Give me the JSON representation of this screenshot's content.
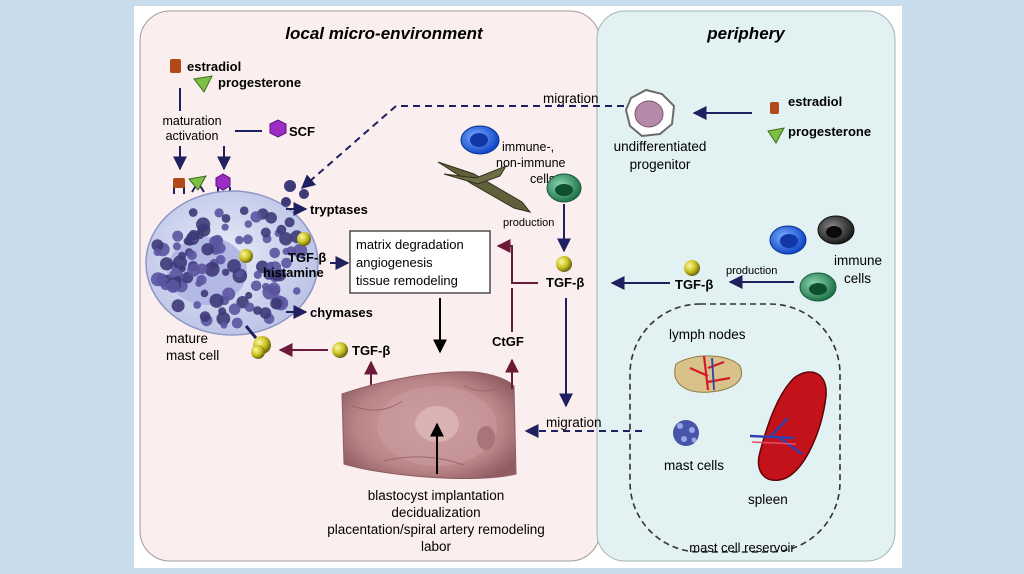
{
  "panels": {
    "local_title": "local micro-environment",
    "periphery_title": "periphery",
    "reservoir_label": "mast cell reservoir"
  },
  "mast_cell": {
    "hormone_1": "estradiol",
    "hormone_2": "progesterone",
    "activation_line1": "maturation",
    "activation_line2": "activation",
    "scf": "SCF",
    "tryptases": "tryptases",
    "tgf": "TGF-β",
    "histamine": "histamine",
    "chymases": "chymases",
    "label_line1": "mature",
    "label_line2": "mast cell",
    "tgf_feedback": "TGF-β"
  },
  "effects_box": {
    "line1": "matrix degradation",
    "line2": "angiogenesis",
    "line3": "tissue remodeling"
  },
  "outcomes": {
    "line1": "blastocyst implantation",
    "line2": "decidualization",
    "line3": "placentation/spiral artery remodeling",
    "line4": "labor"
  },
  "center": {
    "immune_line1": "immune-,",
    "immune_line2": "non-immune",
    "immune_line3": "cells",
    "production": "production",
    "tgf": "TGF-β",
    "ctgf": "CtGF",
    "migration_top": "migration",
    "migration_bottom": "migration"
  },
  "periphery": {
    "hormone_1": "estradiol",
    "hormone_2": "progesterone",
    "progenitor_line1": "undifferentiated",
    "progenitor_line2": "progenitor",
    "immune_line1": "immune",
    "immune_line2": "cells",
    "production": "production",
    "tgf": "TGF-β",
    "lymph_nodes": "lymph nodes",
    "mast_cells": "mast cells",
    "spleen": "spleen"
  },
  "colors": {
    "local_bg": "#fbeeee",
    "periphery_bg": "#e2f1f1",
    "arrow_dark": "#1f2060",
    "arrow_maroon": "#6b1a3a",
    "granule": "#3d3a78"
  }
}
